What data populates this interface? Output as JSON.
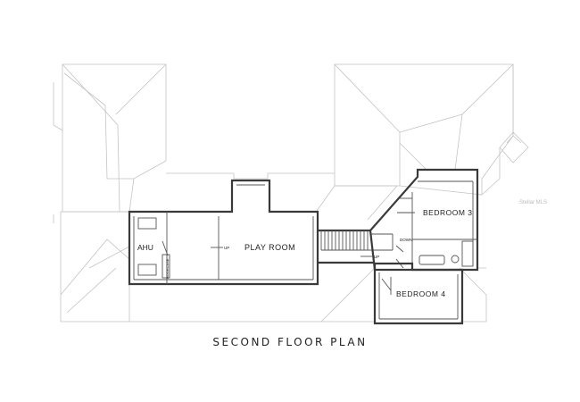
{
  "plan": {
    "title": "SECOND FLOOR PLAN",
    "rooms": {
      "ahu": "AHU",
      "play_room": "PLAY ROOM",
      "bedroom_3": "BEDROOM 3",
      "bedroom_4": "BEDROOM 4"
    },
    "annotations": {
      "bookcase": "BOOKCASE",
      "up_play": "UP",
      "up_hall": "UP",
      "down_hall": "DOWN"
    },
    "watermark": "Stellar MLS"
  }
}
